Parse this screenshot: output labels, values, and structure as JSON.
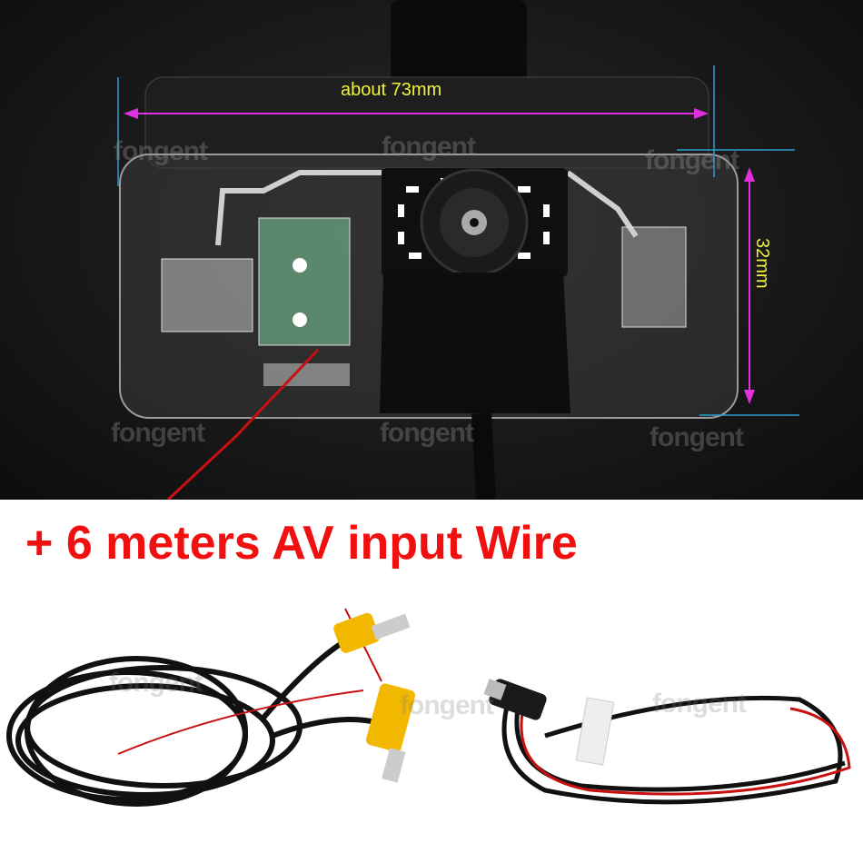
{
  "dimensions": {
    "width_label": "about 73mm",
    "height_label": "32mm"
  },
  "headline": "+ 6 meters AV input Wire",
  "watermark": "fongent",
  "colors": {
    "headline": "#f01010",
    "dimension_text": "#f2f23a",
    "dimension_arrow": "#e030e0",
    "guide_line": "#2aa0d0",
    "rca_plug": "#f2b800"
  }
}
